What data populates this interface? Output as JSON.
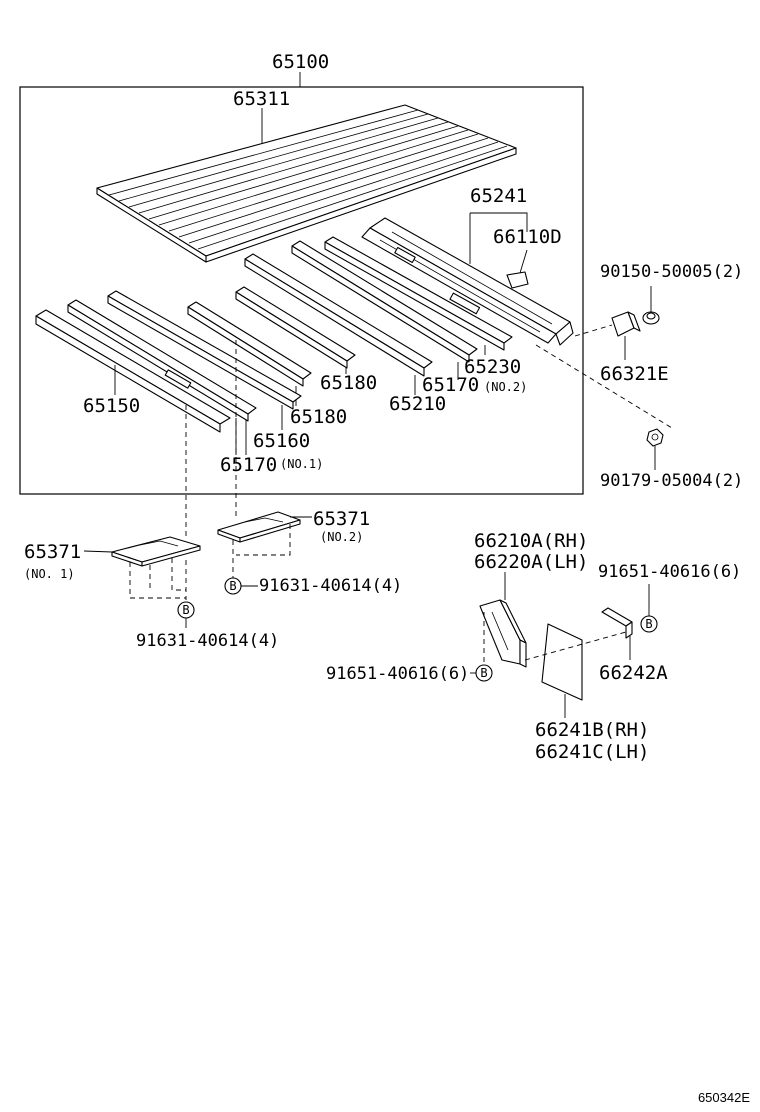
{
  "labels": {
    "assy": "65100",
    "floor_panel": "65311",
    "rail_65241": "65241",
    "bracket_66110d": "66110D",
    "bolt_90150": "90150-50005(2)",
    "clip_66321e": "66321E",
    "nut_90179": "90179-05004(2)",
    "sill_65230": "65230",
    "sill_65170_no2": "65170",
    "sill_65170_no2_sub": "(NO.2)",
    "sill_65210": "65210",
    "sill_65180_a": "65180",
    "sill_65180_b": "65180",
    "sill_65160": "65160",
    "sill_65150": "65150",
    "sill_65170_no1": "65170",
    "sill_65170_no1_sub": "(NO.1)",
    "support_no1": "65371",
    "support_no1_sub": "(NO. 1)",
    "support_no2": "65371",
    "support_no2_sub": "(NO.2)",
    "bolt_91631_a": "91631-40614(4)",
    "bolt_91631_b": "91631-40614(4)",
    "bracket_rh": "66210A(RH)",
    "bracket_lh": "66220A(LH)",
    "bolt_91651_right": "91651-40616(6)",
    "bolt_91651_left": "91651-40616(6)",
    "plate_66242a": "66242A",
    "flap_rh": "66241B(RH)",
    "flap_lh": "66241C(LH)",
    "callout_b1": "B",
    "callout_b2": "B",
    "callout_b3": "B",
    "callout_b4": "B",
    "drawing_no": "650342E"
  }
}
